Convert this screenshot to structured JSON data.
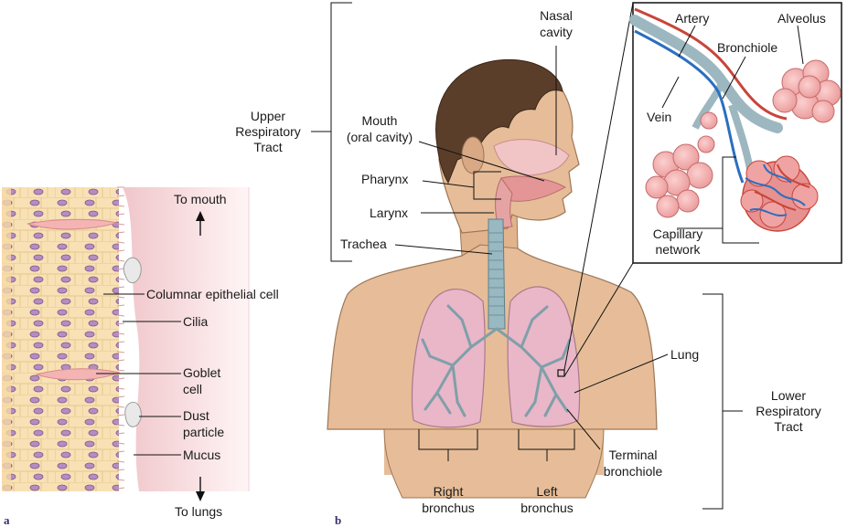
{
  "panel_a": {
    "letter": "a",
    "labels": {
      "to_mouth": "To mouth",
      "columnar": "Columnar epithelial cell",
      "cilia": "Cilia",
      "goblet_1": "Goblet",
      "goblet_2": "cell",
      "dust_1": "Dust",
      "dust_2": "particle",
      "mucus": "Mucus",
      "to_lungs": "To lungs"
    }
  },
  "panel_b": {
    "letter": "b",
    "labels": {
      "upper_1": "Upper",
      "upper_2": "Respiratory",
      "upper_3": "Tract",
      "nasal_1": "Nasal",
      "nasal_2": "cavity",
      "mouth_1": "Mouth",
      "mouth_2": "(oral cavity)",
      "pharynx": "Pharynx",
      "larynx": "Larynx",
      "trachea": "Trachea",
      "lung": "Lung",
      "lower_1": "Lower",
      "lower_2": "Respiratory",
      "lower_3": "Tract",
      "terminal_1": "Terminal",
      "terminal_2": "bronchiole",
      "right_1": "Right",
      "right_2": "bronchus",
      "left_1": "Left",
      "left_2": "bronchus"
    },
    "inset": {
      "artery": "Artery",
      "alveolus": "Alveolus",
      "bronchiole": "Bronchiole",
      "vein": "Vein",
      "capillary_1": "Capillary",
      "capillary_2": "network"
    }
  },
  "colors": {
    "skin": "#e6bd98",
    "hair": "#5b3e2a",
    "lung": "#e9b7c8",
    "airway": "#8aa9b3",
    "artery": "#c8453a",
    "vein": "#2a6fc0",
    "alveolus": "#f0a3a3",
    "mucus": "#f3d3d6",
    "nucleus": "#a978b5"
  }
}
